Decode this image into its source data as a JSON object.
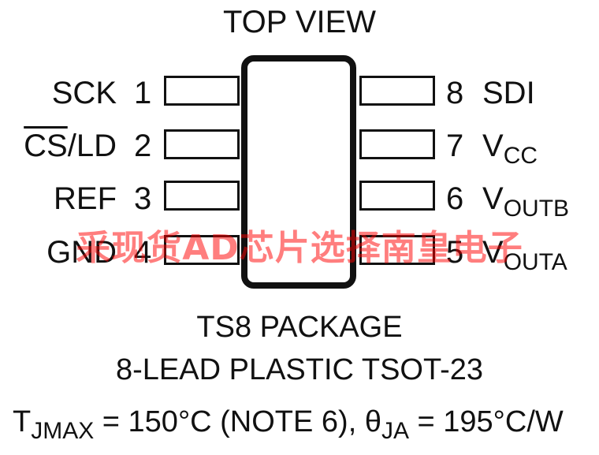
{
  "title": "TOP VIEW",
  "left_pins": [
    {
      "number": "1",
      "name": "SCK"
    },
    {
      "number": "2",
      "name_overline": "CS",
      "name_rest": "/LD"
    },
    {
      "number": "3",
      "name": "REF"
    },
    {
      "number": "4",
      "name": "GND"
    }
  ],
  "right_pins": [
    {
      "number": "8",
      "name": "SDI",
      "sub": ""
    },
    {
      "number": "7",
      "name": "V",
      "sub": "CC"
    },
    {
      "number": "6",
      "name": "V",
      "sub": "OUTB"
    },
    {
      "number": "5",
      "name": "V",
      "sub": "OUTA"
    }
  ],
  "package_line1": "TS8 PACKAGE",
  "package_line2": "8-LEAD PLASTIC TSOT-23",
  "thermal": {
    "tj_symbol": "T",
    "tj_sub": "JMAX",
    "tj_value": " = 150°C (NOTE 6), ",
    "theta_symbol": "θ",
    "theta_sub": "JA",
    "theta_value": " = 195°C/W"
  },
  "watermark": "采现货AD芯片选择南皇电子",
  "colors": {
    "ink": "#111111",
    "watermark": "#ff0000",
    "background": "#ffffff"
  }
}
